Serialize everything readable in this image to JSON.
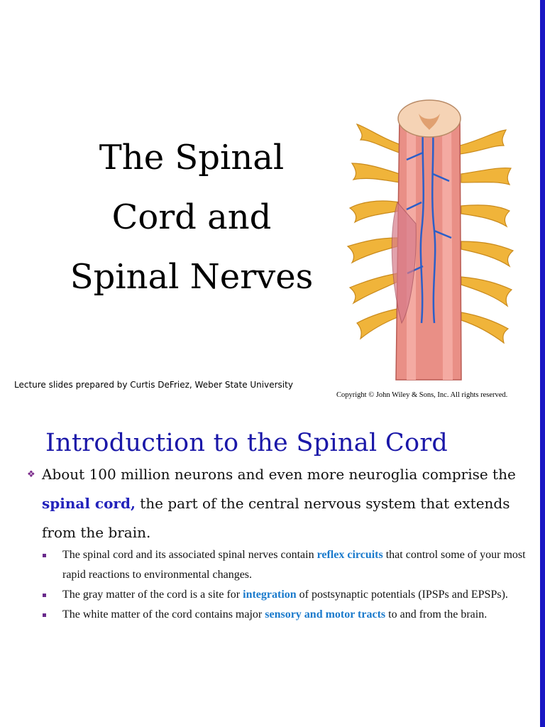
{
  "slide_title_lines": [
    "The Spinal",
    "Cord and",
    "Spinal Nerves"
  ],
  "credit": "Lecture slides prepared by Curtis DeFriez, Weber State University",
  "copyright": "Copyright © John Wiley & Sons, Inc. All rights reserved.",
  "section_title": "Introduction to the Spinal Cord",
  "main_bullet": {
    "before": "About 100 million neurons and even more neuroglia comprise the ",
    "keyword": "spinal cord,",
    "after": " the part of the central nervous system that extends from the brain."
  },
  "sub_bullets": [
    {
      "before": "The spinal cord and its associated spinal nerves contain ",
      "keyword": "reflex circuits",
      "after": " that control some of your most rapid reactions to environmental changes."
    },
    {
      "before": "The gray matter of the cord is a site for ",
      "keyword": "integration",
      "after": " of postsynaptic potentials (IPSPs and EPSPs)."
    },
    {
      "before": "The white matter of the cord contains major ",
      "keyword": "sensory and motor tracts",
      "after": " to and from the brain."
    }
  ],
  "colors": {
    "edge_bar": "#1a17c4",
    "title_blue": "#1a17a8",
    "keyword_dark": "#2222bb",
    "keyword_light": "#1a7acc",
    "bullet_purple": "#6a2a8c"
  },
  "icons": {
    "main_bullet": "diamond-bullet-icon",
    "sub_bullet": "square-bullet-icon"
  }
}
